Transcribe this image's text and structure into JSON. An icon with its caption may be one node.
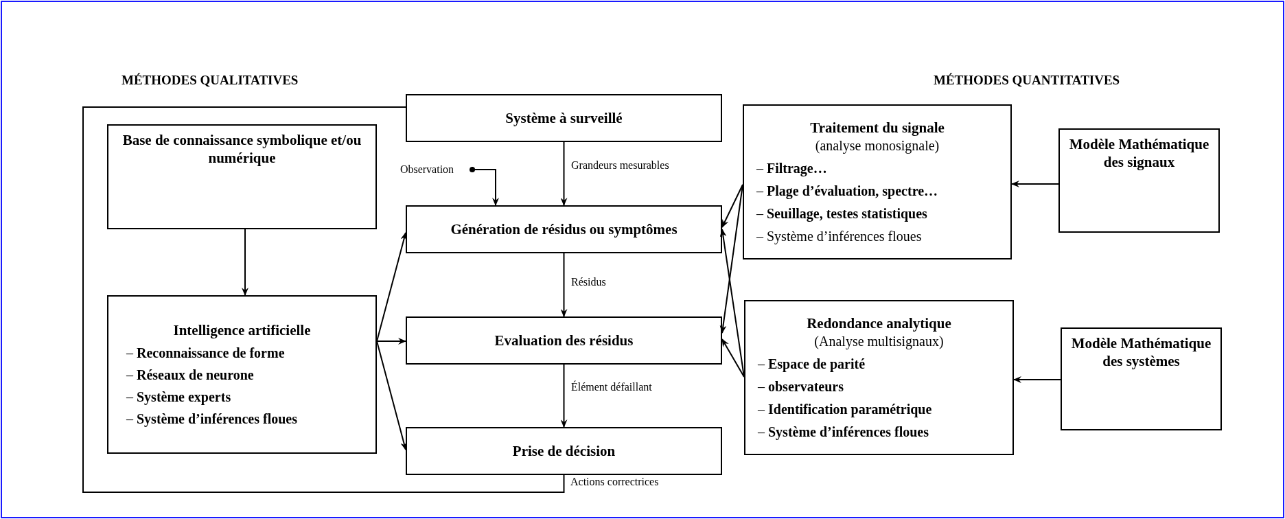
{
  "diagram": {
    "nodes": [
      {
        "text": [
          "Système à surveillé"
        ]
      },
      {
        "text": [
          "Base de connaissance symbolique et/ou numérique"
        ]
      },
      {
        "text": [
          "Observation"
        ]
      },
      {
        "text": [
          "Génération de résidus ou symptômes"
        ]
      },
      {
        "text": [
          "Intelligence artificielle",
          "– **Reconnaissance de forme**",
          "– **Réseaux de neurone**",
          "– **Système experts**",
          "– **Système d’inférences floues**"
        ]
      },
      {
        "text": [
          "Evaluation des résidus"
        ]
      },
      {
        "text": [
          "Prise de décision"
        ]
      },
      {
        "text": [
          "Traitement du signale",
          "(analyse monosignale)",
          "– **Filtrage…**",
          "– **Plage d’évaluation, spectre…**",
          "– **Seuillage, testes statistiques**",
          "– Système d’inférences floues"
        ]
      },
      {
        "text": [
          "Modèle Mathématique des signaux"
        ]
      },
      {
        "text": [
          "Redondance analytique",
          "(Analyse multisignaux)",
          "– **Espace de parité**",
          "– **observateurs**",
          "– **Identification paramétrique**",
          "– **Système d’inférences floues**"
        ]
      },
      {
        "text": [
          "Modèle Mathématique des systèmes"
        ]
      }
    ],
    "edges": [
      {
        "from": 0,
        "to": 3,
        "arrow": "to",
        "label": "Grandeurs mesurables"
      },
      {
        "from": 2,
        "to": 3,
        "arrow": "to"
      },
      {
        "from": 1,
        "to": 4,
        "arrow": "to"
      },
      {
        "from": 4,
        "to": 3,
        "arrow": "to"
      },
      {
        "from": 4,
        "to": 5,
        "arrow": "to"
      },
      {
        "from": 4,
        "to": 6,
        "arrow": "to"
      },
      {
        "from": 3,
        "to": 5,
        "arrow": "to",
        "label": "Résidus"
      },
      {
        "from": 5,
        "to": 6,
        "arrow": "to",
        "label": "Élément défaillant"
      },
      {
        "from": 6,
        "to": 0,
        "arrow": "none",
        "label": "Actions correctrices"
      },
      {
        "from": 8,
        "to": 7,
        "arrow": "to"
      },
      {
        "from": 7,
        "to": 3,
        "arrow": "to"
      },
      {
        "from": 7,
        "to": 5,
        "arrow": "to"
      },
      {
        "from": 10,
        "to": 9,
        "arrow": "to"
      },
      {
        "from": 9,
        "to": 3,
        "arrow": "to"
      },
      {
        "from": 9,
        "to": 5,
        "arrow": "to"
      }
    ],
    "labels": [
      "MÉTHODES QUALITATIVES",
      "MÉTHODES QUANTITATIVES"
    ]
  }
}
